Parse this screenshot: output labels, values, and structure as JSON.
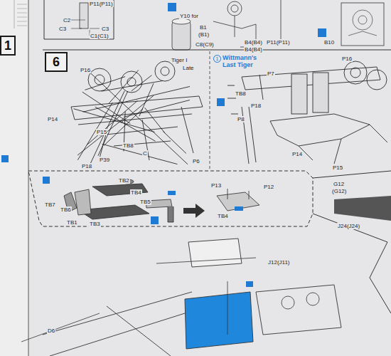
{
  "diagram": {
    "nodes": [
      {
        "text": [
          "1"
        ]
      },
      {
        "text": [
          "6"
        ]
      }
    ],
    "labels": [
      "P11(P11)",
      "C2",
      "C3",
      "C3",
      "C1(C1)",
      "Y10 for",
      "B1",
      "(B1)",
      "C8(C9)",
      "B4(B4)",
      "B4(B4)",
      "P11(P11)",
      "B10",
      "Tiger I",
      "Late",
      "Wittmann's Last Tiger",
      "1",
      "P16",
      "P16",
      "P7",
      "TB8",
      "P18",
      "P8",
      "P14",
      "P15",
      "TB8",
      "C",
      "P39",
      "P6",
      "P18",
      "P14",
      "P15",
      "TB2",
      "TB7",
      "TB6",
      "TB4",
      "TB5",
      "TB1",
      "TB3",
      "P13",
      "P12",
      "TB4",
      "G12",
      "(G12)",
      "J24(J24)",
      "J12(J11)",
      "D6"
    ]
  }
}
